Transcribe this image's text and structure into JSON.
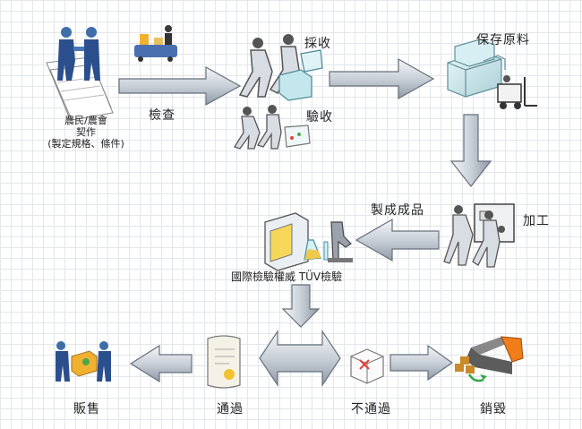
{
  "labels": {
    "farmer_contract_line1": "農民/農會",
    "farmer_contract_line2": "契作",
    "farmer_contract_line3": "(製定規格、條件)",
    "inspect": "檢查",
    "purchase": "採收",
    "acceptance": "驗收",
    "storage": "保存原料",
    "processing": "加工",
    "finished_product": "製成成品",
    "tuv_inspection": "國際檢驗權威 TÜV檢驗",
    "pass": "通過",
    "fail": "不通過",
    "sale": "販售",
    "destroy": "銷毀"
  }
}
